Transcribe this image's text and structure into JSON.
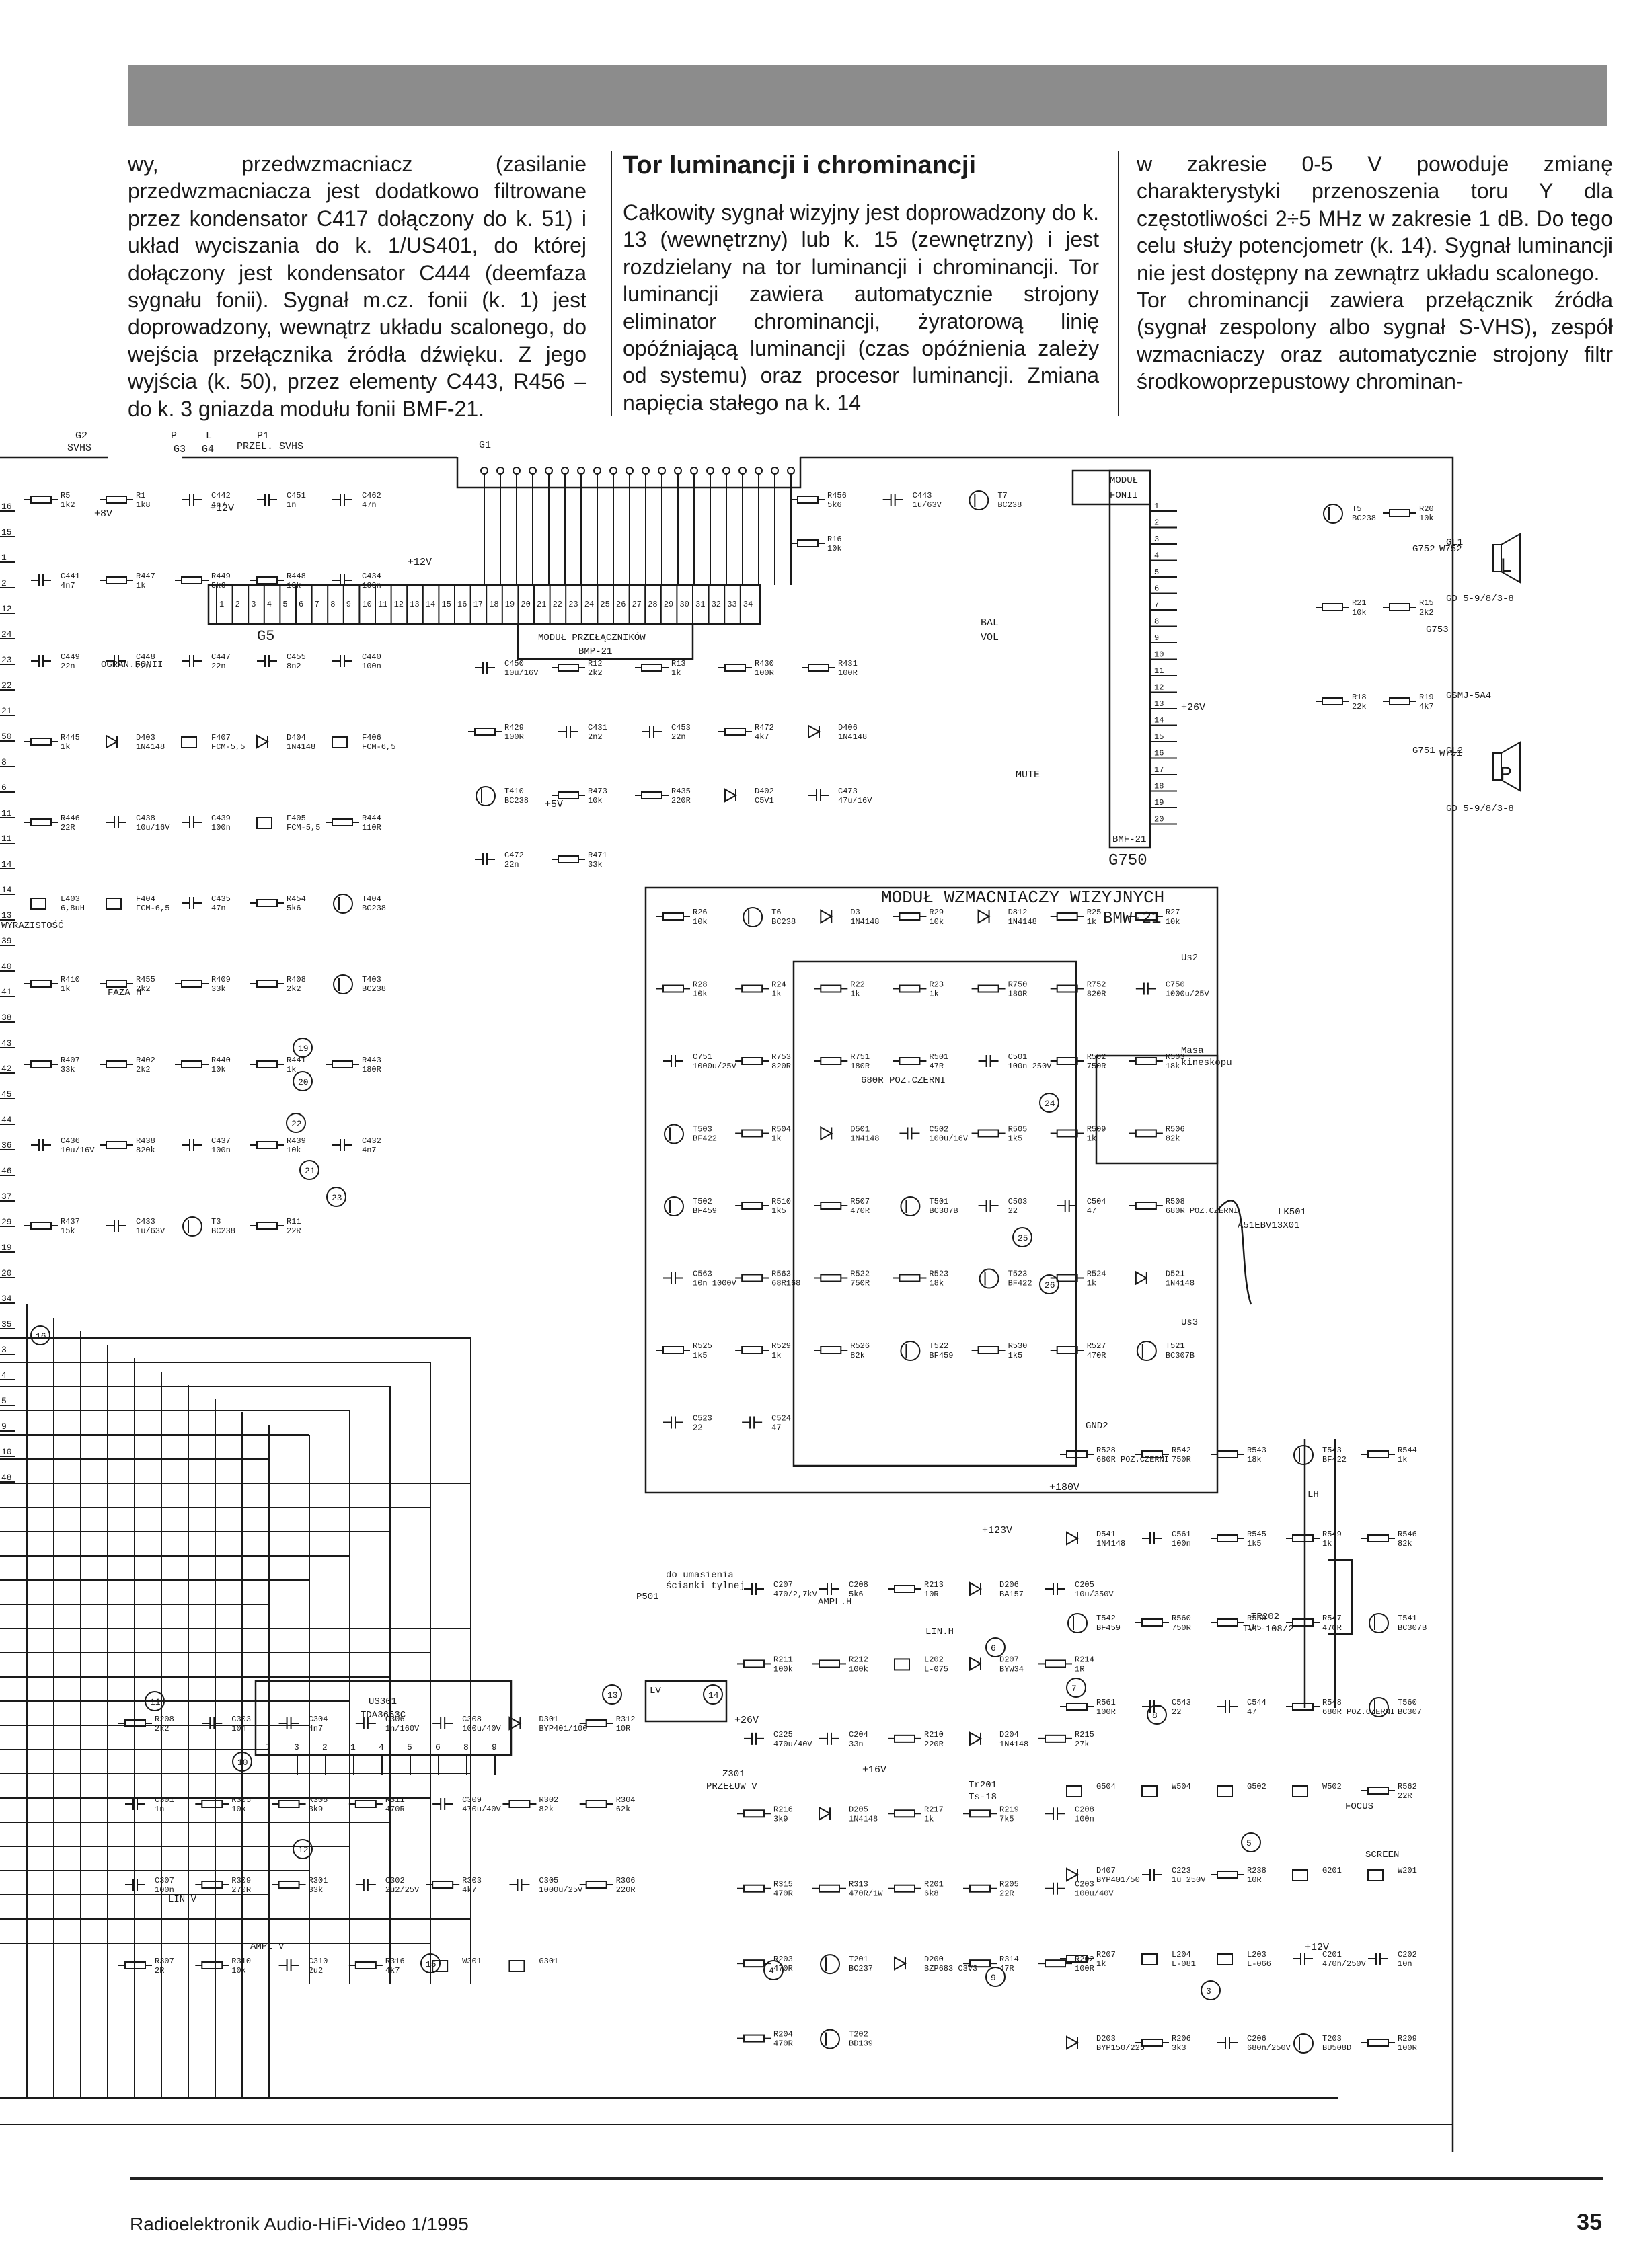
{
  "page": {
    "text_columns": {
      "col1": "wy, przedwzmacniacz (zasilanie przedwzmacniacza jest dodatkowo filtrowane przez kondensator C417 dołączony do k. 51) i układ wyciszania do k. 1/US401, do której dołączony jest kondensator C444 (deemfaza sygnału fonii). Sygnał m.cz. fonii (k. 1) jest doprowadzony, wewnątrz układu scalonego, do wejścia przełącznika źródła dźwięku. Z jego wyjścia (k. 50), przez elementy C443, R456 – do k. 3 gniazda modułu fonii BMF-21.",
      "col2_heading": "Tor luminancji i chrominancji",
      "col2": "Całkowity sygnał wizyjny jest doprowadzony do k. 13 (wewnętrzny) lub k. 15 (zewnętrzny) i jest rozdzielany na tor luminancji i chrominancji. Tor luminancji zawiera automatycznie strojony eliminator chrominancji, żyratorową linię opóźniającą luminancji (czas opóźnienia zależy od systemu) oraz procesor luminancji. Zmiana napięcia stałego na k. 14",
      "col3_p1": "w zakresie 0-5 V powoduje zmianę charakterystyki przenoszenia toru Y dla częstotliwości 2÷5 MHz w zakresie 1 dB. Do tego celu służy potencjometr (k. 14). Sygnał luminancji nie jest dostępny na zewnątrz układu scalonego.",
      "col3_p2": "Tor chrominancji zawiera przełącznik źródła (sygnał zespolony albo sygnał S-VHS), zespół wzmacniaczy oraz automatycznie strojony filtr środkowoprzepustowy chrominan-"
    },
    "footer": {
      "publication": "Radioelektronik Audio-HiFi-Video 1/1995",
      "page_number": "35"
    }
  },
  "schematic": {
    "connectors": {
      "g2": "G2",
      "svhs": "SVHS",
      "p": "P",
      "l": "L",
      "p1": "P1",
      "przel_svhs": "PRZEL. SVHS",
      "g3": "G3",
      "g4": "G4",
      "g1": "G1",
      "g5": "G5"
    },
    "bmf": {
      "title1": "MODUŁ",
      "title2": "FONII",
      "pins": [
        "1",
        "2",
        "3",
        "4",
        "5",
        "6",
        "7",
        "8",
        "9",
        "10",
        "11",
        "12",
        "13",
        "14",
        "15",
        "16",
        "17",
        "18",
        "19",
        "20"
      ],
      "bottom": "BMF-21",
      "ref": "G750"
    },
    "przelacznik": {
      "title": "MODUŁ PRZEŁĄCZNIKÓW",
      "code": "BMP-21"
    },
    "bmw": {
      "title": "MODUŁ WZMACNIACZY WIZYJNYCH",
      "code": "BMW-21"
    },
    "ic_us301": {
      "ref": "US301",
      "type": "TDA3653C",
      "pins": [
        "7",
        "3",
        "2",
        "1",
        "4",
        "5",
        "6",
        "8",
        "9"
      ]
    },
    "rail_labels": [
      "+12V",
      "+8V",
      "+12V",
      "+26V",
      "+5V",
      "+180V",
      "+123V",
      "+26V",
      "+12V",
      "+16V"
    ],
    "labels": {
      "bal": "BAL",
      "vol": "VOL",
      "mute": "MUTE",
      "speaker_l": "L",
      "speaker_p": "P",
      "gl1": "GL1",
      "gl2": "GL2",
      "gd1": "GD 5-9/8/3-8",
      "gd2": "GD 5-9/8/3-8",
      "gsmj": "GSMJ-5A4",
      "g753": "G753",
      "g752": "G752",
      "g751": "G751",
      "w752": "W752",
      "w751": "W751",
      "masa_kineskopu1": "Masa",
      "masa_kineskopu2": "kineskopu",
      "kineskop": "LK501",
      "kineskop_type": "A51EBV13X01",
      "us2": "Us2",
      "us3": "Us3",
      "gnd2": "GND2",
      "lv": "LV",
      "lh": "LH",
      "tr201": "Tr201",
      "tr201_code": "Ts-18",
      "tr202": "TR202",
      "tr202_code": "TVL-108/2",
      "focus": "FOCUS",
      "screen": "SCREEN",
      "przelacznik_v1": "Z301",
      "przelacznik_v2": "PRZEŁUW V",
      "p501": "P501",
      "do_umas1": "do umasienia",
      "do_umas2": "ścianki tylnej",
      "ampl_h": "AMPL.H",
      "lin_h": "LIN.H",
      "lin_v": "LIN V",
      "ampl_v": "AMPL V",
      "ogran_fonii": "OGRAN.FONII",
      "wyraz": "WYRAZISTOŚĆ",
      "faza_h": "FAZA H",
      "zero_poz_czern": "680R POZ.CZERNI"
    },
    "left_pins": [
      "16",
      "15",
      "1",
      "2",
      "12",
      "24",
      "23",
      "22",
      "21",
      "50",
      "8",
      "6",
      "11",
      "11",
      "14",
      "14",
      "13",
      "39",
      "40",
      "41",
      "38",
      "43",
      "42",
      "45",
      "44",
      "36",
      "46",
      "37",
      "29",
      "19",
      "20",
      "34",
      "35",
      "3",
      "4",
      "5",
      "9",
      "10",
      "48"
    ],
    "callouts": [
      "11",
      "10",
      "12",
      "13",
      "14",
      "15",
      "16",
      "4",
      "5",
      "3",
      "6",
      "7",
      "8",
      "9",
      "19",
      "20",
      "21",
      "22",
      "23",
      "24",
      "25",
      "26"
    ],
    "components": [
      {
        "r": "R5",
        "v": "1k2"
      },
      {
        "r": "R1",
        "v": "1k8"
      },
      {
        "r": "C442",
        "v": "4n7"
      },
      {
        "r": "C451",
        "v": "1n"
      },
      {
        "r": "C462",
        "v": "47n"
      },
      {
        "r": "C441",
        "v": "4n7"
      },
      {
        "r": "R447",
        "v": "1k"
      },
      {
        "r": "R449",
        "v": "5k6"
      },
      {
        "r": "R448",
        "v": "10k"
      },
      {
        "r": "C434",
        "v": "100n"
      },
      {
        "r": "C449",
        "v": "22n"
      },
      {
        "r": "C448",
        "v": "22n"
      },
      {
        "r": "C447",
        "v": "22n"
      },
      {
        "r": "C455",
        "v": "8n2"
      },
      {
        "r": "C440",
        "v": "100n"
      },
      {
        "r": "R445",
        "v": "1k"
      },
      {
        "r": "D403",
        "v": "1N4148"
      },
      {
        "r": "F407",
        "v": "FCM-5,5"
      },
      {
        "r": "D404",
        "v": "1N4148"
      },
      {
        "r": "F406",
        "v": "FCM-6,5"
      },
      {
        "r": "R446",
        "v": "22R"
      },
      {
        "r": "C438",
        "v": "10u/16V"
      },
      {
        "r": "C439",
        "v": "100n"
      },
      {
        "r": "F405",
        "v": "FCM-5,5"
      },
      {
        "r": "R444",
        "v": "110R"
      },
      {
        "r": "L403",
        "v": "6,8uH"
      },
      {
        "r": "F404",
        "v": "FCM-6,5"
      },
      {
        "r": "C435",
        "v": "47n"
      },
      {
        "r": "R454",
        "v": "5k6"
      },
      {
        "r": "T404",
        "v": "BC238"
      },
      {
        "r": "R410",
        "v": "1k"
      },
      {
        "r": "R455",
        "v": "2k2"
      },
      {
        "r": "R409",
        "v": "33k"
      },
      {
        "r": "R408",
        "v": "2k2"
      },
      {
        "r": "T403",
        "v": "BC238"
      },
      {
        "r": "R407",
        "v": "33k"
      },
      {
        "r": "R402",
        "v": "2k2"
      },
      {
        "r": "R440",
        "v": "10k"
      },
      {
        "r": "R441",
        "v": "1k"
      },
      {
        "r": "R443",
        "v": "180R"
      },
      {
        "r": "C436",
        "v": "10u/16V"
      },
      {
        "r": "R438",
        "v": "820k"
      },
      {
        "r": "C437",
        "v": "100n"
      },
      {
        "r": "R439",
        "v": "10k"
      },
      {
        "r": "C432",
        "v": "4n7"
      },
      {
        "r": "R437",
        "v": "15k"
      },
      {
        "r": "C433",
        "v": "1u/63V"
      },
      {
        "r": "T3",
        "v": "BC238"
      },
      {
        "r": "R11",
        "v": "22R"
      },
      {
        "r": "C450",
        "v": "10u/16V"
      },
      {
        "r": "R12",
        "v": "2k2"
      },
      {
        "r": "R13",
        "v": "1k"
      },
      {
        "r": "R430",
        "v": "100R"
      },
      {
        "r": "R431",
        "v": "100R"
      },
      {
        "r": "R429",
        "v": "100R"
      },
      {
        "r": "C431",
        "v": "2n2"
      },
      {
        "r": "C453",
        "v": "22n"
      },
      {
        "r": "R472",
        "v": "4k7"
      },
      {
        "r": "D406",
        "v": "1N4148"
      },
      {
        "r": "T410",
        "v": "BC238"
      },
      {
        "r": "R473",
        "v": "10k"
      },
      {
        "r": "R435",
        "v": "220R"
      },
      {
        "r": "D402",
        "v": "C5V1"
      },
      {
        "r": "C473",
        "v": "47u/16V"
      },
      {
        "r": "C472",
        "v": "22n"
      },
      {
        "r": "R471",
        "v": "33k"
      },
      {
        "r": "R456",
        "v": "5k6"
      },
      {
        "r": "C443",
        "v": "1u/63V"
      },
      {
        "r": "T7",
        "v": "BC238"
      },
      {
        "r": "R16",
        "v": "10k"
      },
      {
        "r": "T5",
        "v": "BC238"
      },
      {
        "r": "R20",
        "v": "10k"
      },
      {
        "r": "R21",
        "v": "10k"
      },
      {
        "r": "R15",
        "v": "2k2"
      },
      {
        "r": "R18",
        "v": "22k"
      },
      {
        "r": "R19",
        "v": "4k7"
      },
      {
        "r": "R26",
        "v": "10k"
      },
      {
        "r": "T6",
        "v": "BC238"
      },
      {
        "r": "D3",
        "v": "1N4148"
      },
      {
        "r": "R29",
        "v": "10k"
      },
      {
        "r": "D812",
        "v": "1N4148"
      },
      {
        "r": "R25",
        "v": "1k"
      },
      {
        "r": "R27",
        "v": "10k"
      },
      {
        "r": "R28",
        "v": "10k"
      },
      {
        "r": "R24",
        "v": "1k"
      },
      {
        "r": "R22",
        "v": "1k"
      },
      {
        "r": "R23",
        "v": "1k"
      },
      {
        "r": "R750",
        "v": "180R"
      },
      {
        "r": "R752",
        "v": "820R"
      },
      {
        "r": "C750",
        "v": "1000u/25V"
      },
      {
        "r": "C751",
        "v": "1000u/25V"
      },
      {
        "r": "R753",
        "v": "820R"
      },
      {
        "r": "R751",
        "v": "180R"
      },
      {
        "r": "R501",
        "v": "47R"
      },
      {
        "r": "C501",
        "v": "100n 250V"
      },
      {
        "r": "R502",
        "v": "750R"
      },
      {
        "r": "R503",
        "v": "18k"
      },
      {
        "r": "T503",
        "v": "BF422"
      },
      {
        "r": "R504",
        "v": "1k"
      },
      {
        "r": "D501",
        "v": "1N4148"
      },
      {
        "r": "C502",
        "v": "100u/16V"
      },
      {
        "r": "R505",
        "v": "1k5"
      },
      {
        "r": "R509",
        "v": "1k"
      },
      {
        "r": "R506",
        "v": "82k"
      },
      {
        "r": "T502",
        "v": "BF459"
      },
      {
        "r": "R510",
        "v": "1k5"
      },
      {
        "r": "R507",
        "v": "470R"
      },
      {
        "r": "T501",
        "v": "BC307B"
      },
      {
        "r": "C503",
        "v": "22"
      },
      {
        "r": "C504",
        "v": "47"
      },
      {
        "r": "R508",
        "v": "680R POZ.CZERNI"
      },
      {
        "r": "C563",
        "v": "10n 1000V"
      },
      {
        "r": "R563",
        "v": "68R168"
      },
      {
        "r": "R522",
        "v": "750R"
      },
      {
        "r": "R523",
        "v": "18k"
      },
      {
        "r": "T523",
        "v": "BF422"
      },
      {
        "r": "R524",
        "v": "1k"
      },
      {
        "r": "D521",
        "v": "1N4148"
      },
      {
        "r": "R525",
        "v": "1k5"
      },
      {
        "r": "R529",
        "v": "1k"
      },
      {
        "r": "R526",
        "v": "82k"
      },
      {
        "r": "T522",
        "v": "BF459"
      },
      {
        "r": "R530",
        "v": "1k5"
      },
      {
        "r": "R527",
        "v": "470R"
      },
      {
        "r": "T521",
        "v": "BC307B"
      },
      {
        "r": "C523",
        "v": "22"
      },
      {
        "r": "C524",
        "v": "47"
      },
      {
        "r": "R528",
        "v": "680R POZ.CZERNI"
      },
      {
        "r": "R542",
        "v": "750R"
      },
      {
        "r": "R543",
        "v": "18k"
      },
      {
        "r": "T543",
        "v": "BF422"
      },
      {
        "r": "R544",
        "v": "1k"
      },
      {
        "r": "D541",
        "v": "1N4148"
      },
      {
        "r": "C561",
        "v": "100n"
      },
      {
        "r": "R545",
        "v": "1k5"
      },
      {
        "r": "R549",
        "v": "1k"
      },
      {
        "r": "R546",
        "v": "82k"
      },
      {
        "r": "T542",
        "v": "BF459"
      },
      {
        "r": "R560",
        "v": "750R"
      },
      {
        "r": "R550",
        "v": "1k5"
      },
      {
        "r": "R547",
        "v": "470R"
      },
      {
        "r": "T541",
        "v": "BC307B"
      },
      {
        "r": "R561",
        "v": "100R"
      },
      {
        "r": "C543",
        "v": "22"
      },
      {
        "r": "C544",
        "v": "47"
      },
      {
        "r": "R548",
        "v": "680R POZ.CZERNI"
      },
      {
        "r": "T560",
        "v": "BC307"
      },
      {
        "r": "G504",
        "v": ""
      },
      {
        "r": "W504",
        "v": ""
      },
      {
        "r": "G502",
        "v": ""
      },
      {
        "r": "W502",
        "v": ""
      },
      {
        "r": "R562",
        "v": "22R"
      },
      {
        "r": "D407",
        "v": "BYP401/50"
      },
      {
        "r": "C223",
        "v": "1u 250V"
      },
      {
        "r": "R238",
        "v": "10R"
      },
      {
        "r": "G201",
        "v": ""
      },
      {
        "r": "W201",
        "v": ""
      },
      {
        "r": "R207",
        "v": "1k"
      },
      {
        "r": "L204",
        "v": "L-081"
      },
      {
        "r": "L203",
        "v": "L-066"
      },
      {
        "r": "C201",
        "v": "470n/250V"
      },
      {
        "r": "C202",
        "v": "10n"
      },
      {
        "r": "D203",
        "v": "BYP150/225"
      },
      {
        "r": "R206",
        "v": "3k3"
      },
      {
        "r": "C206",
        "v": "680n/250V"
      },
      {
        "r": "T203",
        "v": "BU508D"
      },
      {
        "r": "R209",
        "v": "100R"
      },
      {
        "r": "C207",
        "v": "470/2,7kV"
      },
      {
        "r": "C208",
        "v": "5k6"
      },
      {
        "r": "R213",
        "v": "10R"
      },
      {
        "r": "D206",
        "v": "BA157"
      },
      {
        "r": "C205",
        "v": "10u/350V"
      },
      {
        "r": "R211",
        "v": "100k"
      },
      {
        "r": "R212",
        "v": "100k"
      },
      {
        "r": "L202",
        "v": "L-075"
      },
      {
        "r": "D207",
        "v": "BYW34"
      },
      {
        "r": "R214",
        "v": "1R"
      },
      {
        "r": "C225",
        "v": "470u/40V"
      },
      {
        "r": "C204",
        "v": "33n"
      },
      {
        "r": "R210",
        "v": "220R"
      },
      {
        "r": "D204",
        "v": "1N4148"
      },
      {
        "r": "R215",
        "v": "27k"
      },
      {
        "r": "R216",
        "v": "3k9"
      },
      {
        "r": "D205",
        "v": "1N4148"
      },
      {
        "r": "R217",
        "v": "1k"
      },
      {
        "r": "R219",
        "v": "7k5"
      },
      {
        "r": "C208",
        "v": "100n"
      },
      {
        "r": "R315",
        "v": "470R"
      },
      {
        "r": "R313",
        "v": "470R/1W"
      },
      {
        "r": "R201",
        "v": "6k8"
      },
      {
        "r": "R205",
        "v": "22R"
      },
      {
        "r": "C203",
        "v": "100u/40V"
      },
      {
        "r": "R203",
        "v": "470R"
      },
      {
        "r": "T201",
        "v": "BC237"
      },
      {
        "r": "D200",
        "v": "BZP683 C3V3"
      },
      {
        "r": "R314",
        "v": "47R"
      },
      {
        "r": "R202",
        "v": "100R"
      },
      {
        "r": "R204",
        "v": "470R"
      },
      {
        "r": "T202",
        "v": "BD139"
      },
      {
        "r": "R208",
        "v": "2k2"
      },
      {
        "r": "C303",
        "v": "10n"
      },
      {
        "r": "C304",
        "v": "4n7"
      },
      {
        "r": "C306",
        "v": "1n/160V"
      },
      {
        "r": "C308",
        "v": "100u/40V"
      },
      {
        "r": "D301",
        "v": "BYP401/100"
      },
      {
        "r": "R312",
        "v": "10R"
      },
      {
        "r": "C301",
        "v": "1n"
      },
      {
        "r": "R305",
        "v": "10k"
      },
      {
        "r": "R308",
        "v": "3k9"
      },
      {
        "r": "R311",
        "v": "470R"
      },
      {
        "r": "C309",
        "v": "470u/40V"
      },
      {
        "r": "R302",
        "v": "82k"
      },
      {
        "r": "R304",
        "v": "62k"
      },
      {
        "r": "C307",
        "v": "100n"
      },
      {
        "r": "R309",
        "v": "270R"
      },
      {
        "r": "R301",
        "v": "33k"
      },
      {
        "r": "C302",
        "v": "2u2/25V"
      },
      {
        "r": "R303",
        "v": "4k7"
      },
      {
        "r": "C305",
        "v": "1000u/25V"
      },
      {
        "r": "R306",
        "v": "220R"
      },
      {
        "r": "R307",
        "v": "2R"
      },
      {
        "r": "R310",
        "v": "10k"
      },
      {
        "r": "C310",
        "v": "2u2"
      },
      {
        "r": "R316",
        "v": "4k7"
      },
      {
        "r": "W301",
        "v": ""
      },
      {
        "r": "G301",
        "v": ""
      }
    ]
  }
}
